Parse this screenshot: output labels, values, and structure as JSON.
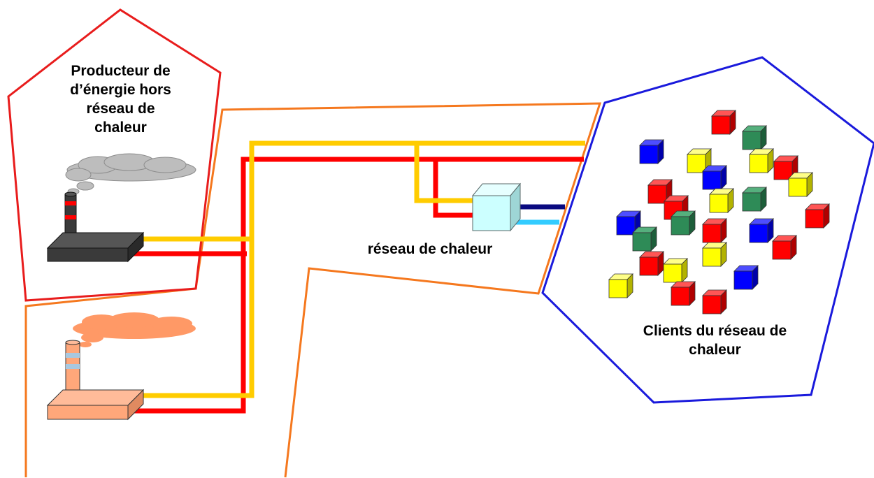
{
  "labels": {
    "producer": [
      "Producteur de",
      "d’énergie hors",
      "réseau de",
      "chaleur"
    ],
    "network": "réseau de chaleur",
    "clients": [
      "Clients du réseau de",
      "chaleur"
    ]
  },
  "colors": {
    "producer_boundary": "#e81c1c",
    "network_boundary": "#f5781e",
    "clients_boundary": "#1a1adc",
    "supply_pipe": "#ffcc00",
    "return_pipe": "#ff0000",
    "client_supply_pipe": "#0a0a80",
    "client_return_pipe": "#33ccff",
    "substation": "#ccffff",
    "external_plant": "#3a3a3a",
    "local_plant": "#ffa77a",
    "external_smoke": "#bdbdbd",
    "local_smoke": "#ff9966",
    "cube_colors": [
      "red",
      "green",
      "blue",
      "yellow"
    ]
  },
  "icons": {
    "external_plant": "factory-icon",
    "local_plant": "factory-icon",
    "substation": "heat-exchanger-icon",
    "clients": "building-cube-icon"
  }
}
